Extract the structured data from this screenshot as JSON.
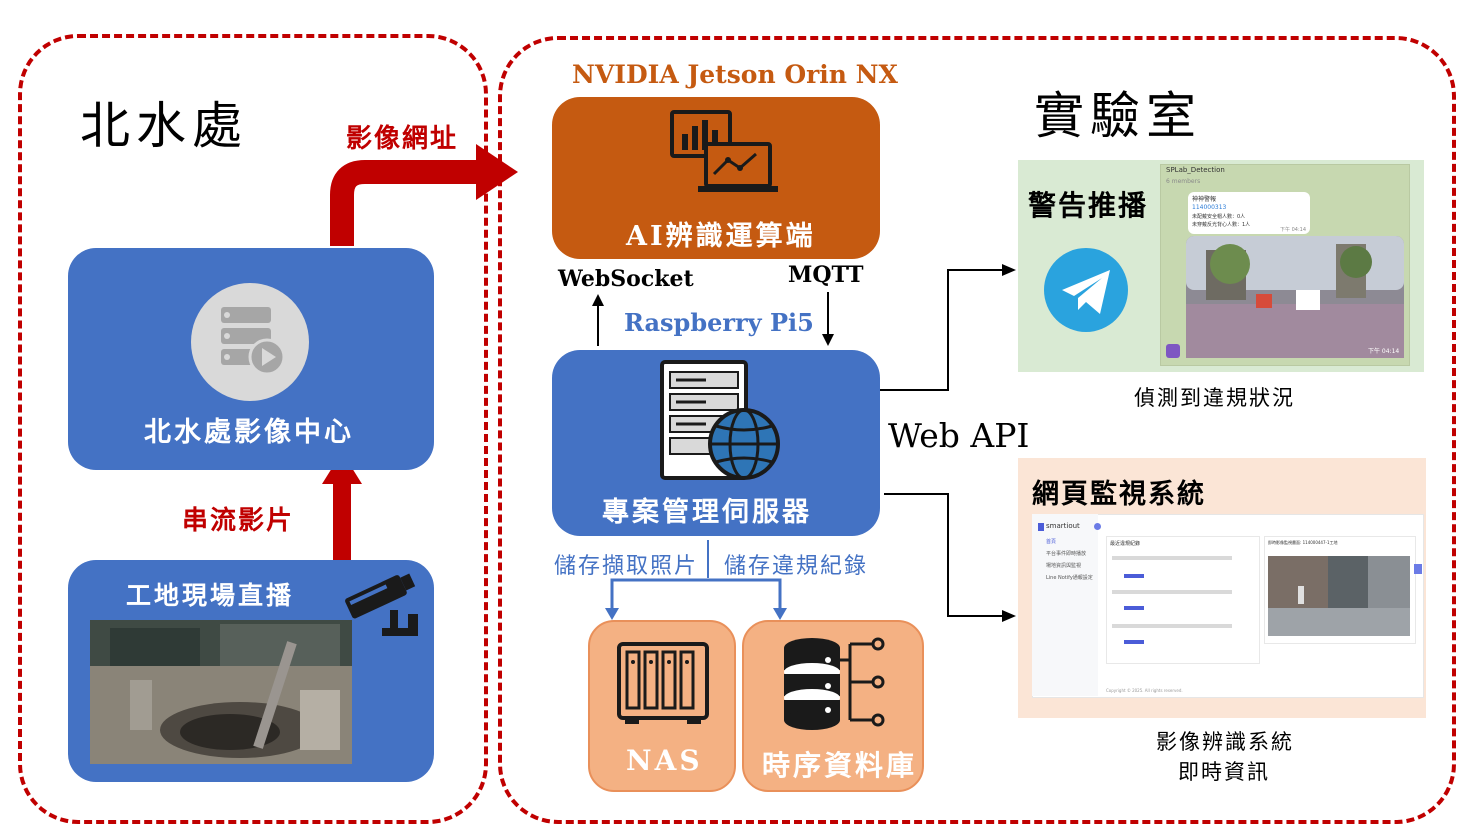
{
  "regions": {
    "left_title": "北水處",
    "right_title": "實驗室"
  },
  "boxes": {
    "video_center": "北水處影像中心",
    "site_live": "工地現場直播",
    "jetson_label": "NVIDIA Jetson Orin NX",
    "ai_compute": "AI辨識運算端",
    "raspberry": "Raspberry Pi5",
    "server": "專案管理伺服器",
    "nas": "NAS",
    "tsdb": "時序資料庫"
  },
  "arrows": {
    "video_url": "影像網址",
    "stream": "串流影片",
    "websocket": "WebSocket",
    "mqtt": "MQTT",
    "web_api": "Web API",
    "store_photos": "儲存擷取照片",
    "store_violations": "儲存違規紀錄"
  },
  "telegram": {
    "title": "警告推播",
    "caption": "偵測到違規狀況",
    "chat_title": "SPLab_Detection",
    "chat_members": "6 members",
    "msg_sender": "神神警報",
    "msg_id": "114000313",
    "msg_line1": "未配戴安全帽人數：0人",
    "msg_line2": "未穿戴反光背心人數：1人",
    "msg_time": "下午 04:14",
    "img_time": "下午 04:14"
  },
  "webmon": {
    "title": "網頁監視系統",
    "caption_line1": "影像辨識系統",
    "caption_line2": "即時資訊",
    "brand": "smartiout",
    "nav": [
      "首頁",
      "平台事件即時播放",
      "場地資訊與監視",
      "Line Notify通報設定"
    ],
    "list_title": "最近違規紀錄",
    "video_title": "即時影像監視畫面: 114000447-1工地",
    "footer": "Copyright © 2025. All rights reserved."
  },
  "colors": {
    "dash_red": "#c00000",
    "blue_box": "#4472c4",
    "orange_box": "#c55a11",
    "peach_box": "#f4b183",
    "telegram_bg": "#d9ead3",
    "web_bg": "#fbe5d6"
  },
  "icons": {
    "video_center": "media-server-icon",
    "camera": "cctv-camera-icon",
    "ai": "analytics-monitor-icon",
    "server": "server-globe-icon",
    "nas": "nas-drive-icon",
    "tsdb": "database-icon",
    "telegram": "telegram-icon"
  }
}
